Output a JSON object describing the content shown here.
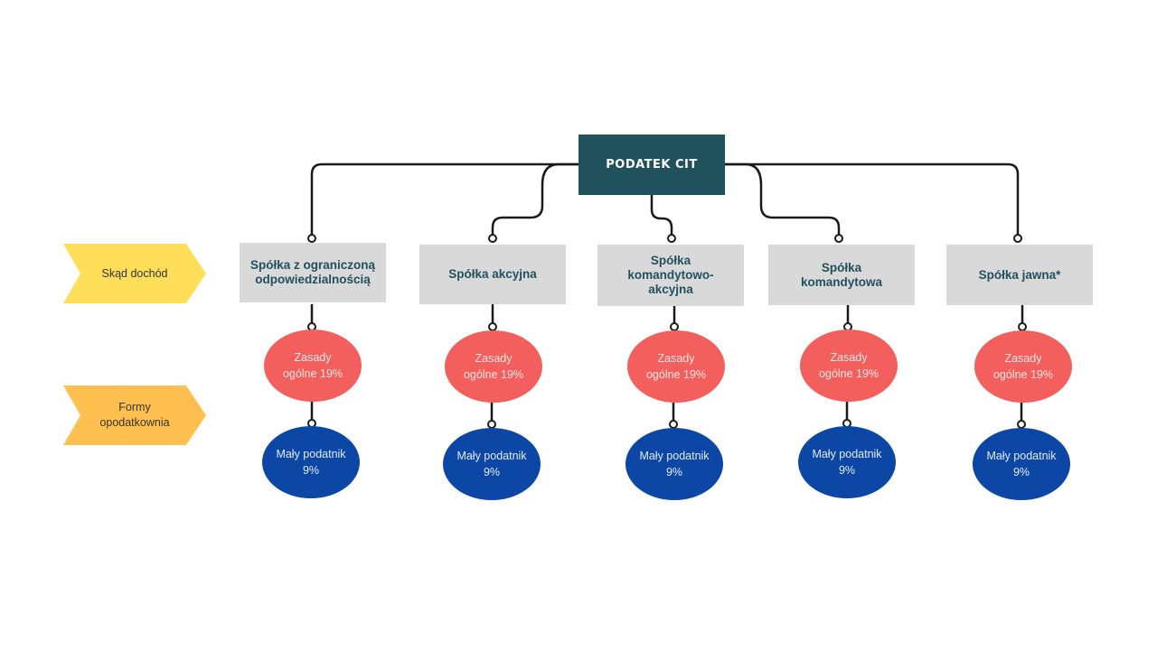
{
  "root": {
    "label": "PODATEK CIT"
  },
  "rows": [
    {
      "label": "Skąd dochód"
    },
    {
      "label": "Formy opodatkownia"
    }
  ],
  "companies": [
    {
      "name": "Spółka z ograniczoną odpowiedzialnością",
      "general": "Zasady ogólne 19%",
      "small": "Mały podatnik 9%"
    },
    {
      "name": "Spółka akcyjna",
      "general": "Zasady ogólne 19%",
      "small": "Mały podatnik 9%"
    },
    {
      "name": "Spółka komandytowo-akcyjna",
      "general": "Zasady ogólne 19%",
      "small": "Mały podatnik 9%"
    },
    {
      "name": "Spółka komandytowa",
      "general": "Zasady ogólne 19%",
      "small": "Mały podatnik 9%"
    },
    {
      "name": "Spółka jawna*",
      "general": "Zasady ogólne 19%",
      "small": "Mały podatnik 9%"
    }
  ],
  "colors": {
    "root": "#22515e",
    "company_box": "#d9d9d9",
    "general_oval": "#f25f5c",
    "small_oval": "#0c47a6",
    "row_label_1": "#ffdf5a",
    "row_label_2": "#ffc04f"
  }
}
